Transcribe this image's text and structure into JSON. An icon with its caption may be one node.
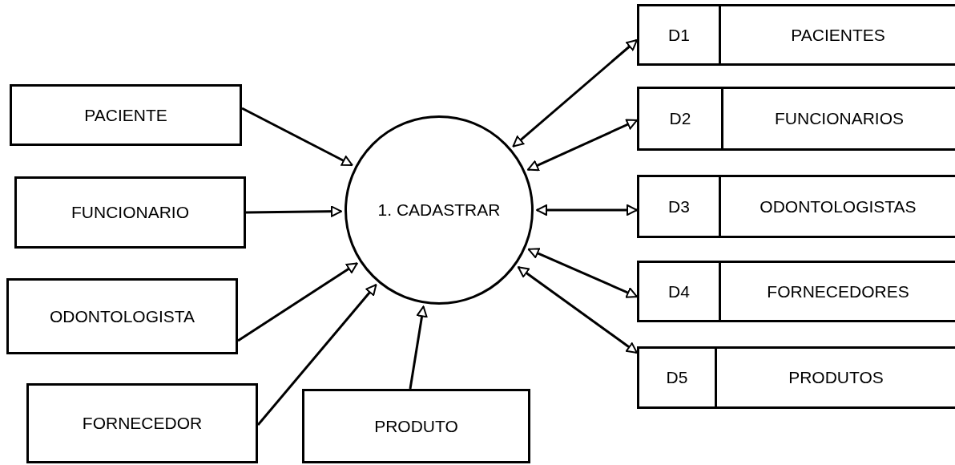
{
  "diagram": {
    "nodes": [
      {
        "text": [
          "PACIENTE"
        ]
      },
      {
        "text": [
          "FUNCIONARIO"
        ]
      },
      {
        "text": [
          "ODONTOLOGISTA"
        ]
      },
      {
        "text": [
          "FORNECEDOR"
        ]
      },
      {
        "text": [
          "PRODUTO"
        ]
      },
      {
        "text": [
          "1. CADASTRAR"
        ]
      },
      {
        "text": [
          "D1",
          "PACIENTES"
        ]
      },
      {
        "text": [
          "D2",
          "FUNCIONARIOS"
        ]
      },
      {
        "text": [
          "D3",
          "ODONTOLOGISTAS"
        ]
      },
      {
        "text": [
          "D4",
          "FORNECEDORES"
        ]
      },
      {
        "text": [
          "D5",
          "PRODUTOS"
        ]
      }
    ],
    "edges": [
      {
        "from": 0,
        "to": 5,
        "arrow": "to"
      },
      {
        "from": 1,
        "to": 5,
        "arrow": "to"
      },
      {
        "from": 2,
        "to": 5,
        "arrow": "to"
      },
      {
        "from": 3,
        "to": 5,
        "arrow": "to"
      },
      {
        "from": 4,
        "to": 5,
        "arrow": "to"
      },
      {
        "from": 5,
        "to": 6,
        "arrow": "both"
      },
      {
        "from": 5,
        "to": 7,
        "arrow": "both"
      },
      {
        "from": 5,
        "to": 8,
        "arrow": "both"
      },
      {
        "from": 5,
        "to": 9,
        "arrow": "both"
      },
      {
        "from": 5,
        "to": 10,
        "arrow": "both"
      }
    ]
  }
}
